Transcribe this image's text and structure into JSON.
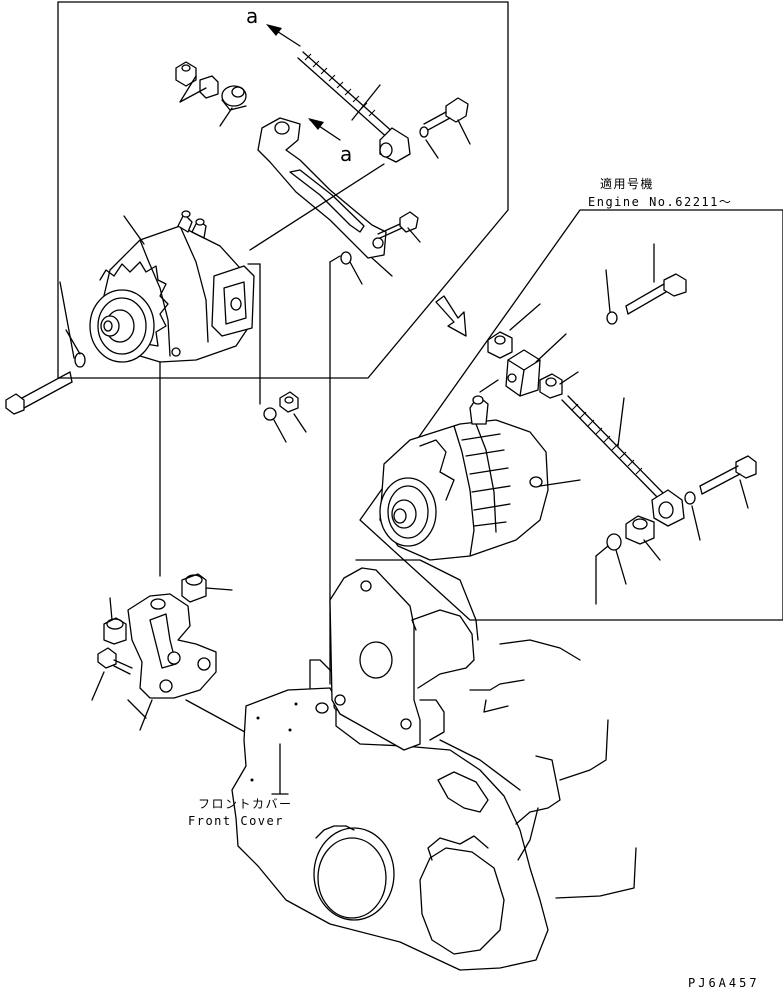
{
  "callouts": {
    "view_a_top": "a",
    "view_a_mid": "a"
  },
  "applicable": {
    "heading": "適用号機",
    "engine": "Engine No.62211～"
  },
  "front_cover": {
    "jp": "フロントカバー",
    "en": "Front Cover"
  },
  "drawing_code": "PJ6A457"
}
